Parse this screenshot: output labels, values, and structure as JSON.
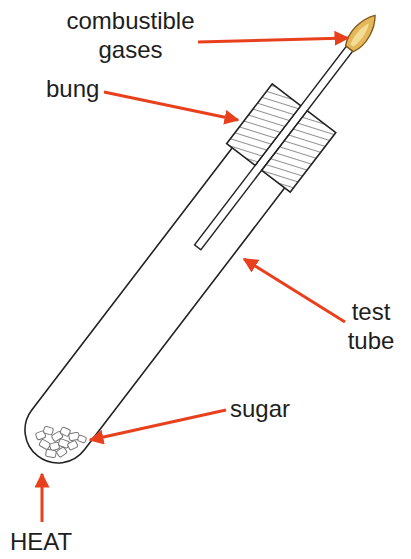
{
  "diagram": {
    "labels": [
      "combustible gases",
      "bung",
      "test tube",
      "sugar",
      "HEAT"
    ]
  }
}
